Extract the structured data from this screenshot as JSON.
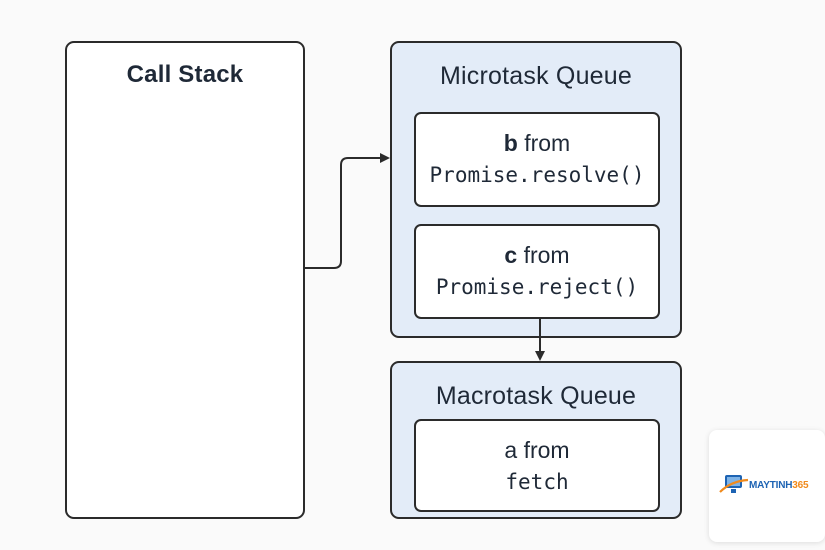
{
  "call_stack": {
    "title": "Call Stack"
  },
  "microtask_queue": {
    "title": "Microtask Queue",
    "items": [
      {
        "name": "b",
        "from": "from",
        "source": "Promise.resolve()"
      },
      {
        "name": "c",
        "from": "from",
        "source": "Promise.reject()"
      }
    ]
  },
  "macrotask_queue": {
    "title": "Macrotask Queue",
    "items": [
      {
        "name": "a",
        "from": "from",
        "source": "fetch"
      }
    ]
  },
  "logo": {
    "brand": "MAYTINH",
    "brand_accent": "365",
    "icon": "monitor-swoosh-icon"
  },
  "colors": {
    "queue_fill": "#e3ecf8",
    "border": "#2b2b2b",
    "logo_blue": "#1d63b3",
    "logo_orange": "#f08a1c"
  }
}
